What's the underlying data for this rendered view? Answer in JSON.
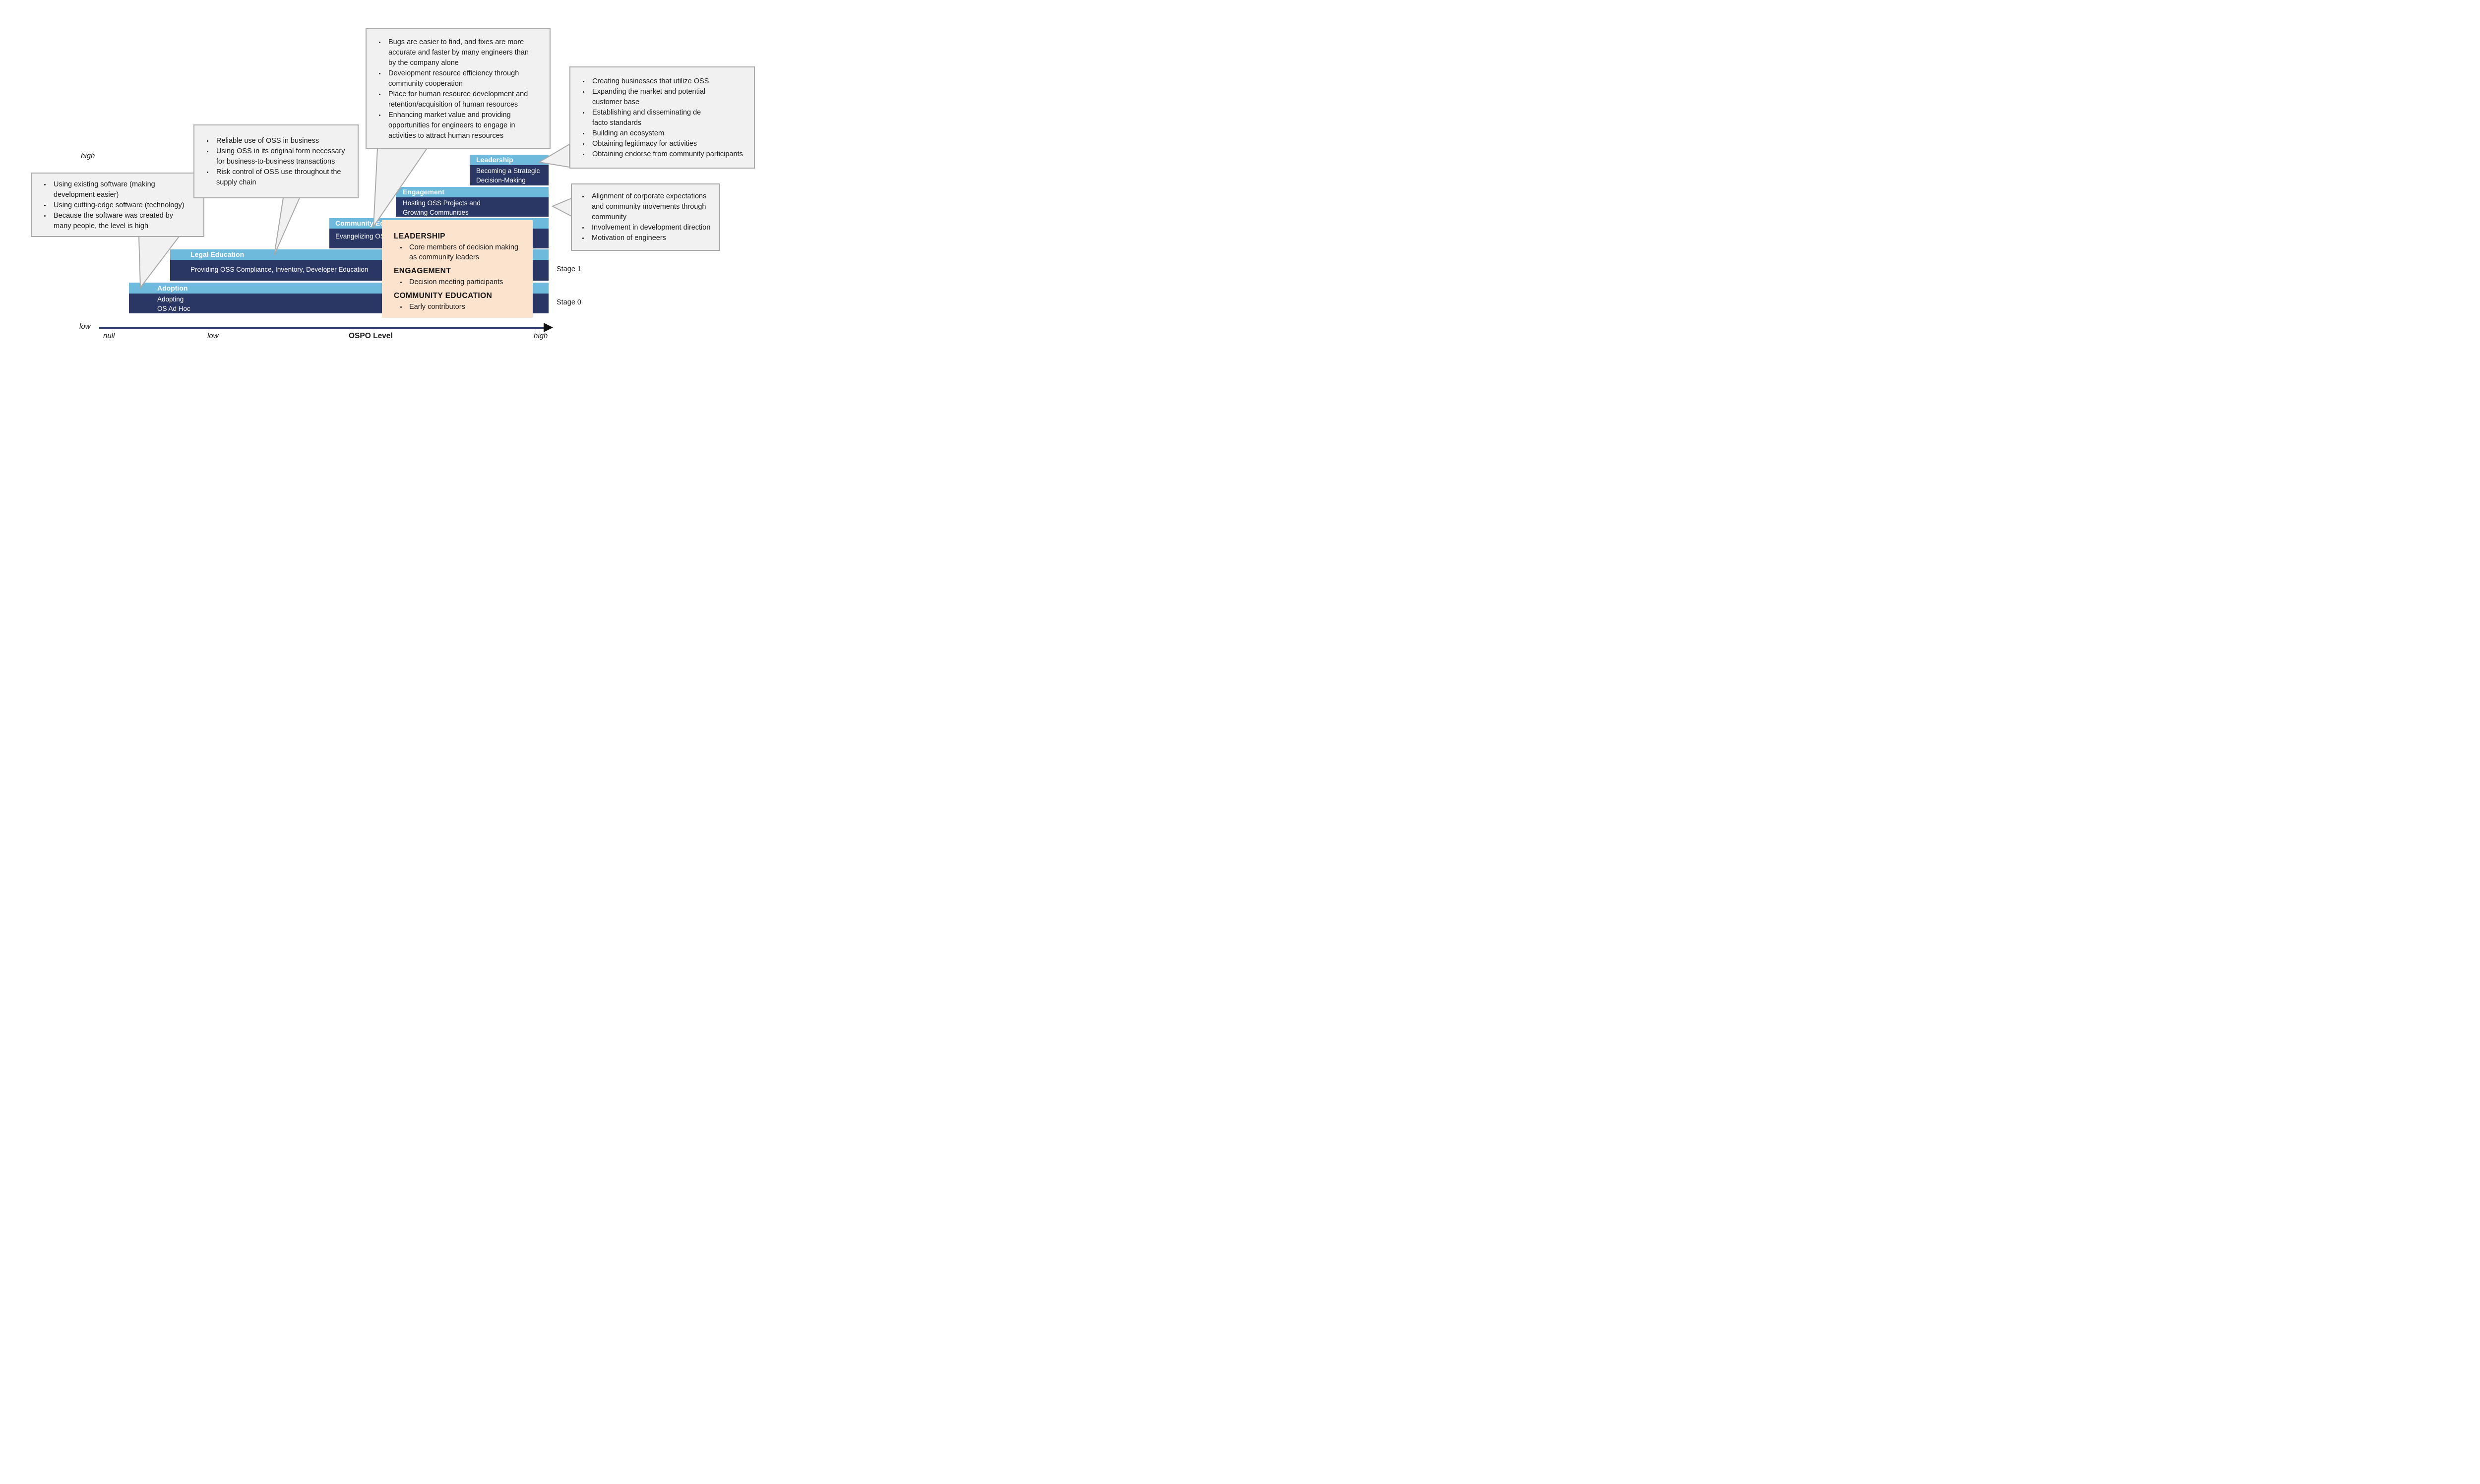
{
  "axis": {
    "y_top_label": "high",
    "x_left_label": "low",
    "tick_null": "null",
    "tick_low": "low",
    "title": "OSPO Level",
    "tick_high": "high"
  },
  "stages": {
    "stage1": "Stage 1",
    "stage0": "Stage 0"
  },
  "bars": {
    "leadership": {
      "label": "Leadership",
      "description": "Becoming a Strategic\nDecision-Making Partner"
    },
    "engagement": {
      "label": "Engagement",
      "description": "Hosting OSS Projects and\nGrowing Communities"
    },
    "community_education": {
      "label": "Community Education",
      "description": "Evangelizing OSS"
    },
    "legal_education": {
      "label": "Legal Education",
      "description": "Providing OSS Compliance, Inventory, Developer Education"
    },
    "adoption": {
      "label": "Adoption",
      "description": "Adopting\nOS Ad Hoc"
    }
  },
  "callouts": {
    "adoption_benefits": {
      "items": [
        "Using existing software (making\ndevelopment easier)",
        "Using cutting-edge software (technology)",
        "Because the software was created by\nmany people, the level is high"
      ]
    },
    "legal_benefits": {
      "items": [
        "Reliable use of OSS in business",
        "Using OSS in its original form necessary\nfor business-to-business transactions",
        "Risk control of OSS use throughout the\nsupply chain"
      ]
    },
    "engagement_benefits": {
      "items": [
        "Bugs are easier to find, and fixes are more\naccurate and faster by many engineers than\nby the company alone",
        "Development resource efficiency through\ncommunity cooperation",
        "Place for human resource development and\nretention/acquisition of human resources",
        "Enhancing market value and providing\nopportunities for engineers to engage in\nactivities to attract human resources"
      ]
    },
    "leadership_benefits": {
      "items": [
        "Creating businesses that utilize OSS",
        "Expanding the market and potential\ncustomer base",
        "Establishing and disseminating de\nfacto standards",
        "Building an ecosystem",
        "Obtaining legitimacy for activities",
        "Obtaining endorse from community participants"
      ]
    },
    "community_alignment": {
      "items": [
        "Alignment of corporate expectations\nand community movements through\ncommunity",
        "Involvement in development direction",
        "Motivation of engineers"
      ]
    }
  },
  "overlay": {
    "sections": [
      {
        "heading": "LEADERSHIP",
        "items": [
          "Core members of decision making\nas community leaders"
        ]
      },
      {
        "heading": "ENGAGEMENT",
        "items": [
          "Decision meeting participants"
        ]
      },
      {
        "heading": "COMMUNITY EDUCATION",
        "items": [
          "Early contributors"
        ]
      }
    ]
  },
  "colors": {
    "bar_header": "#6DBADD",
    "bar_body": "#2A3764",
    "overlay_bg": "#FBE3CD",
    "callout_bg": "#F1F1F1",
    "callout_border": "#A9A9A9",
    "axis": "#2B3A67"
  }
}
